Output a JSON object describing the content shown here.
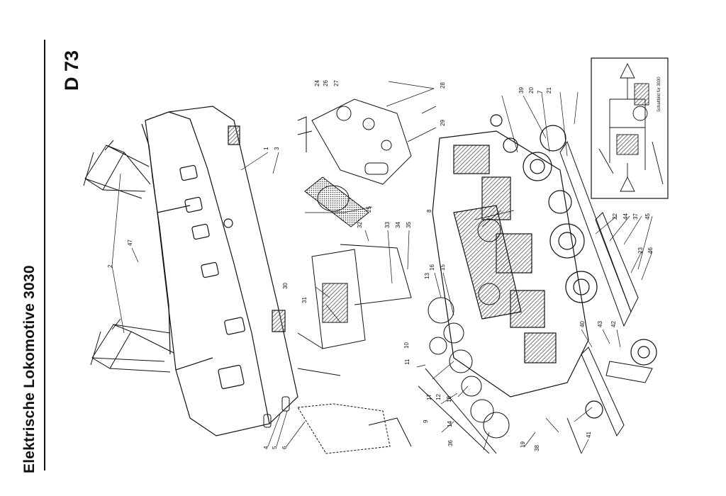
{
  "sheet": {
    "title": "Elektrische Lokomotive 3030",
    "code": "D 73"
  },
  "inset": {
    "caption": "Schaltbild für 3030"
  },
  "callouts": [
    "1",
    "2",
    "3",
    "4",
    "5",
    "6",
    "7",
    "8",
    "9",
    "10",
    "11",
    "12",
    "13",
    "14",
    "15",
    "16",
    "17",
    "18",
    "19",
    "20",
    "21",
    "22",
    "23",
    "24",
    "25",
    "26",
    "27",
    "28",
    "29",
    "30",
    "31",
    "32",
    "33",
    "34",
    "35",
    "36",
    "37",
    "38",
    "39",
    "40",
    "41",
    "42",
    "43",
    "44",
    "45",
    "46",
    "47"
  ],
  "colors": {
    "ink": "#111111",
    "paper": "#ffffff",
    "hatch": "#555555"
  }
}
